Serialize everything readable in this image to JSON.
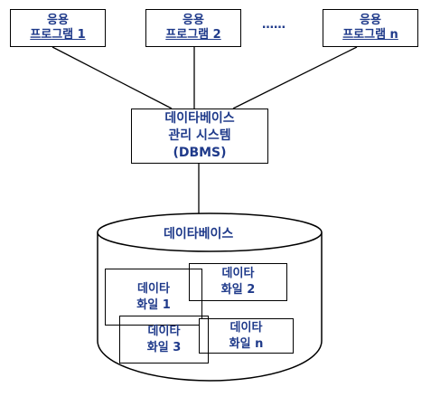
{
  "diagram": {
    "apps": [
      {
        "line1": "응용",
        "line2": "프로그램 1"
      },
      {
        "line1": "응용",
        "line2": "프로그램 2"
      },
      {
        "line1": "응용",
        "line2": "프로그램 n"
      }
    ],
    "ellipsis": "……",
    "dbms": {
      "line1": "데이타베이스",
      "line2": "관리 시스템",
      "line3": "(DBMS)"
    },
    "database": {
      "label": "데이타베이스"
    },
    "files": [
      {
        "line1": "데이타",
        "line2": "화일 1"
      },
      {
        "line1": "데이타",
        "line2": "화일 2"
      },
      {
        "line1": "데이타",
        "line2": "화일 3"
      },
      {
        "line1": "데이타",
        "line2": "화일 n"
      }
    ],
    "colors": {
      "text": "#1f3a8a",
      "stroke": "#000000"
    }
  }
}
